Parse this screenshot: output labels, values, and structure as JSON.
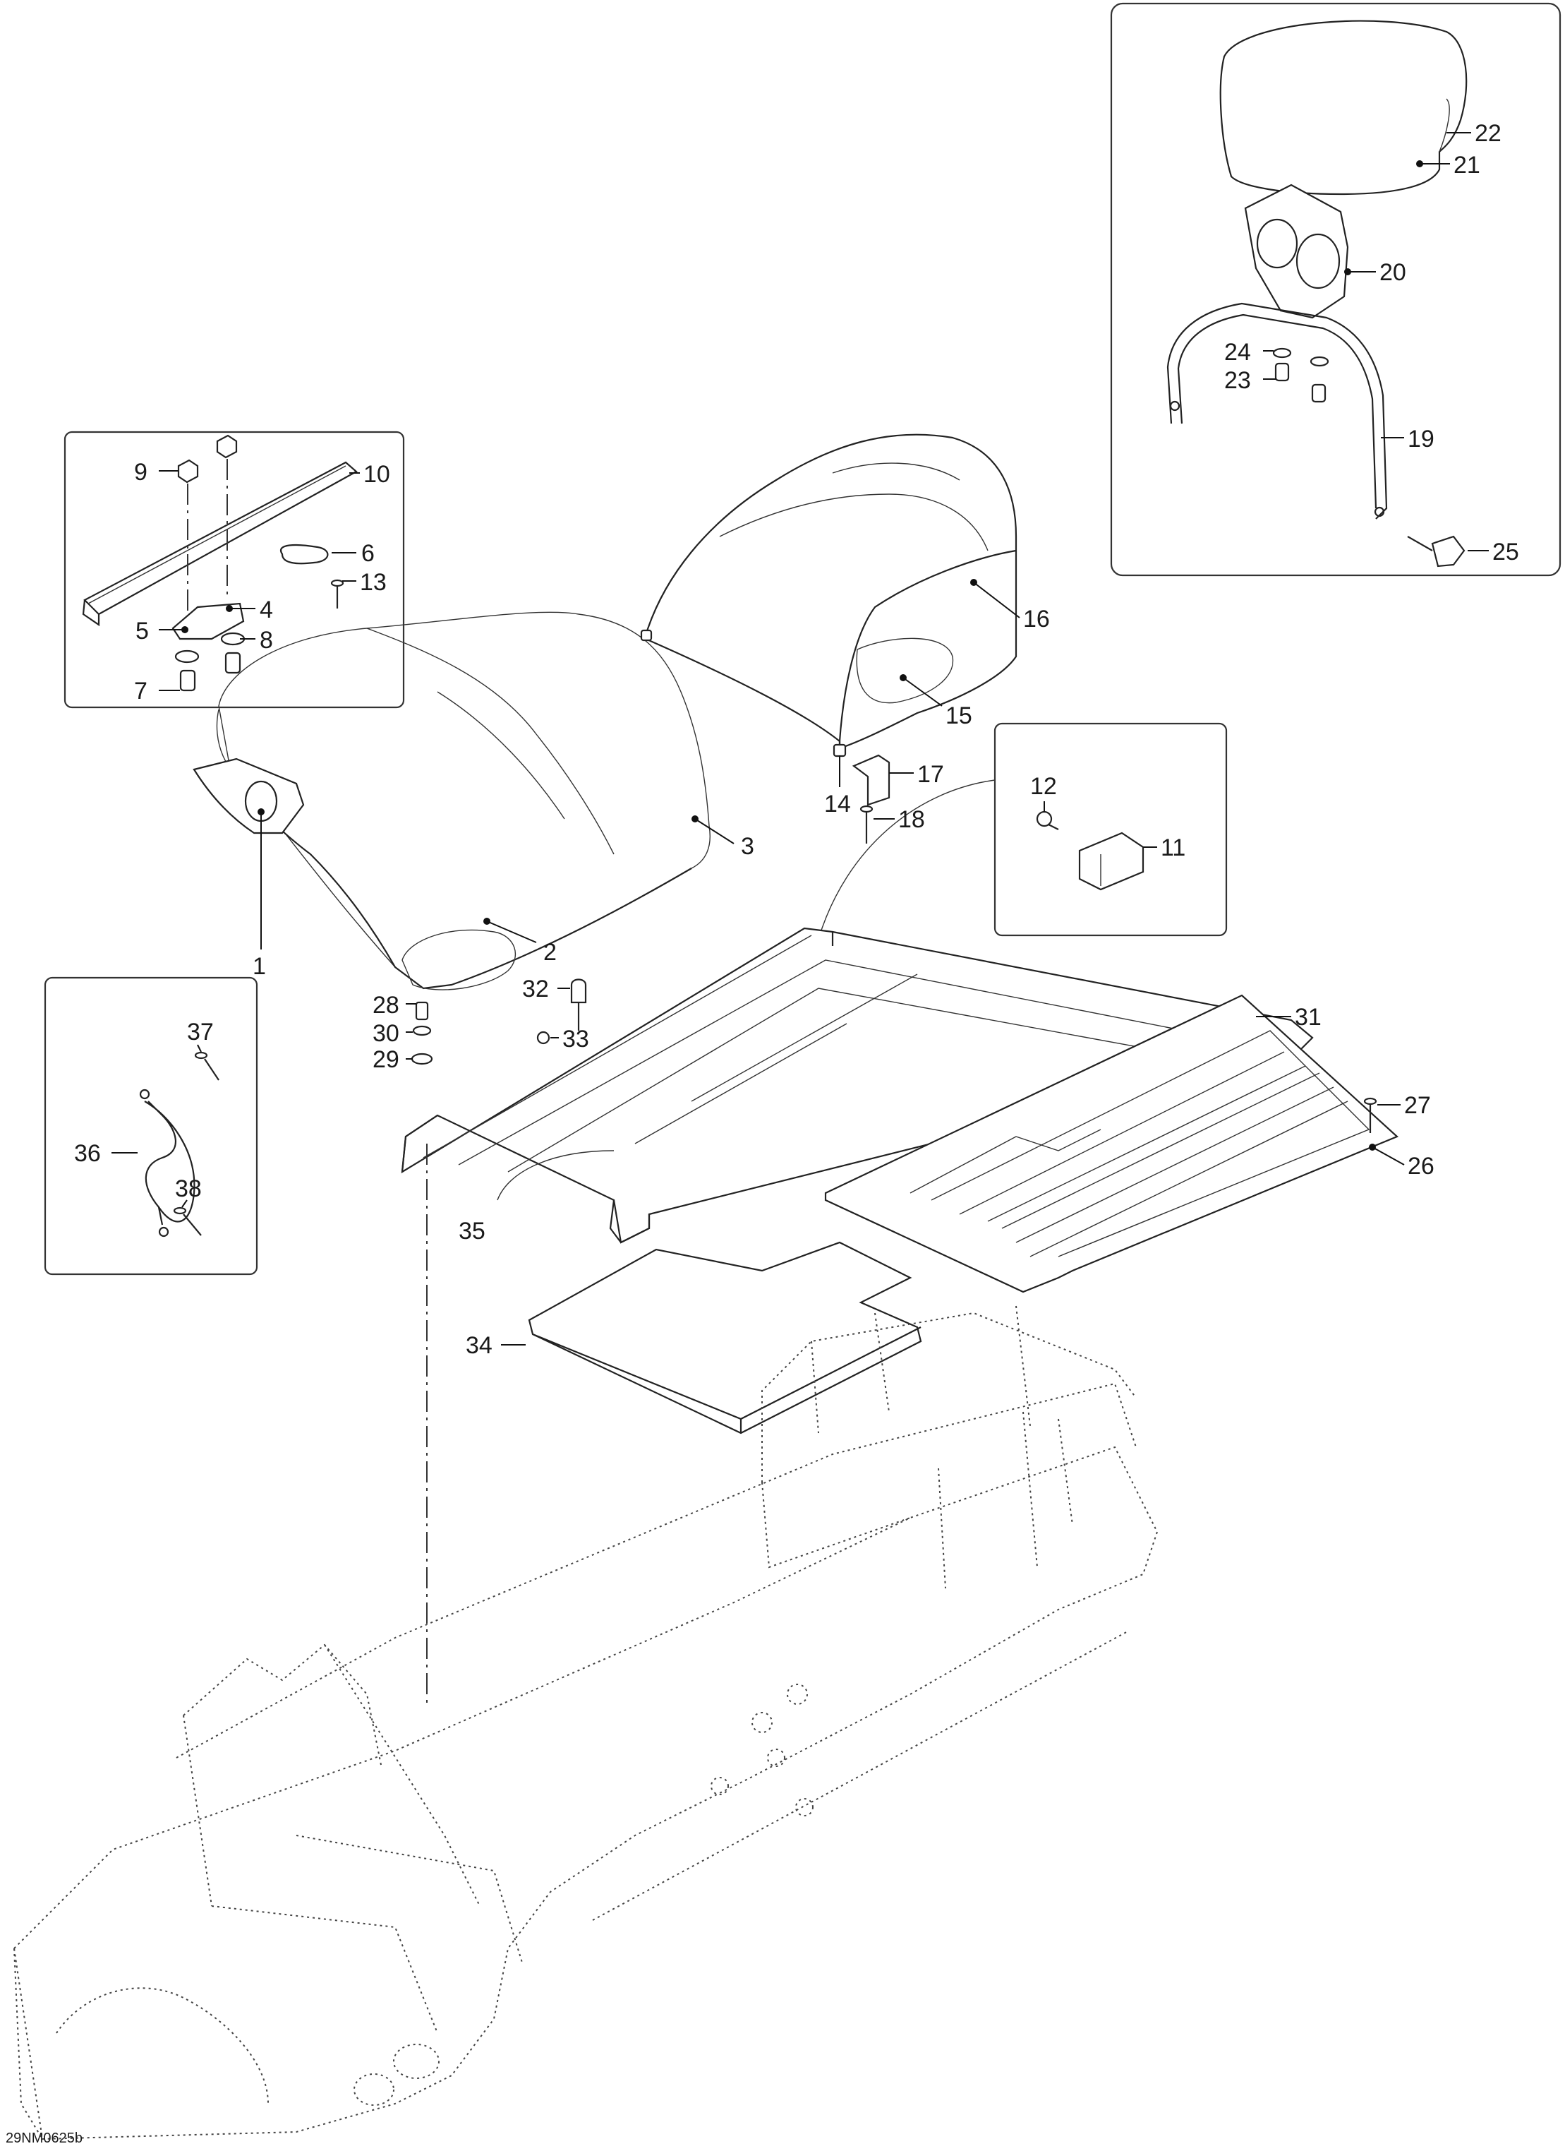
{
  "document_ref": "29NM0625b",
  "callouts": [
    {
      "id": "c1",
      "label": "1"
    },
    {
      "id": "c2",
      "label": "2"
    },
    {
      "id": "c3",
      "label": "3"
    },
    {
      "id": "c4",
      "label": "4"
    },
    {
      "id": "c5",
      "label": "5"
    },
    {
      "id": "c6",
      "label": "6"
    },
    {
      "id": "c7",
      "label": "7"
    },
    {
      "id": "c8",
      "label": "8"
    },
    {
      "id": "c9",
      "label": "9"
    },
    {
      "id": "c10",
      "label": "10"
    },
    {
      "id": "c11",
      "label": "11"
    },
    {
      "id": "c12",
      "label": "12"
    },
    {
      "id": "c13",
      "label": "13"
    },
    {
      "id": "c14",
      "label": "14"
    },
    {
      "id": "c15",
      "label": "15"
    },
    {
      "id": "c16",
      "label": "16"
    },
    {
      "id": "c17",
      "label": "17"
    },
    {
      "id": "c18",
      "label": "18"
    },
    {
      "id": "c19",
      "label": "19"
    },
    {
      "id": "c20",
      "label": "20"
    },
    {
      "id": "c21",
      "label": "21"
    },
    {
      "id": "c22",
      "label": "22"
    },
    {
      "id": "c23",
      "label": "23"
    },
    {
      "id": "c24",
      "label": "24"
    },
    {
      "id": "c25",
      "label": "25"
    },
    {
      "id": "c26",
      "label": "26"
    },
    {
      "id": "c27",
      "label": "27"
    },
    {
      "id": "c28",
      "label": "28"
    },
    {
      "id": "c29",
      "label": "29"
    },
    {
      "id": "c30",
      "label": "30"
    },
    {
      "id": "c31",
      "label": "31"
    },
    {
      "id": "c32",
      "label": "32"
    },
    {
      "id": "c33",
      "label": "33"
    },
    {
      "id": "c34",
      "label": "34"
    },
    {
      "id": "c35",
      "label": "35"
    },
    {
      "id": "c36",
      "label": "36"
    },
    {
      "id": "c37",
      "label": "37"
    },
    {
      "id": "c38",
      "label": "38"
    }
  ]
}
